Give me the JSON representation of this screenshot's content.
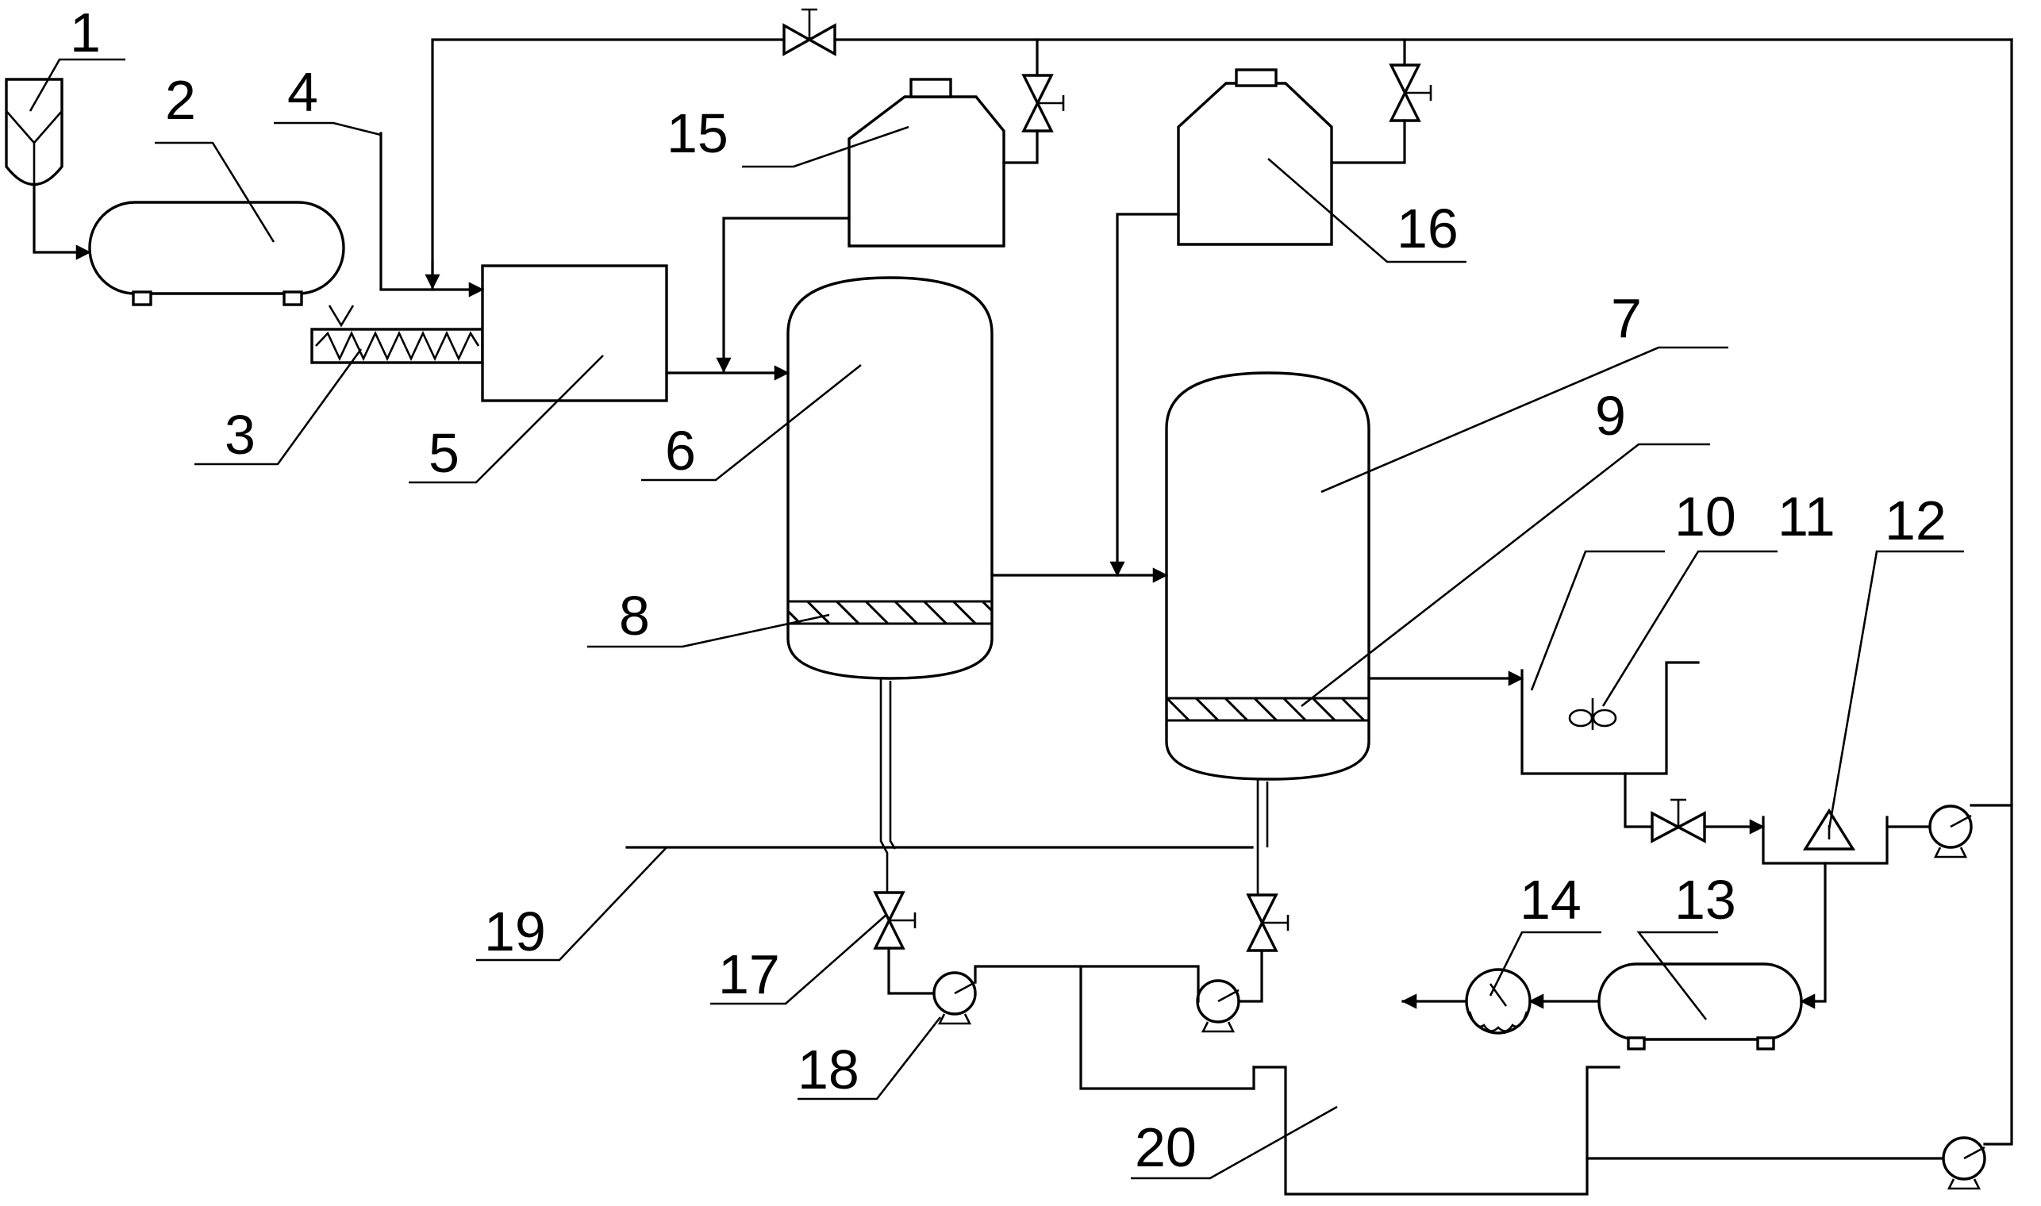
{
  "labels": [
    {
      "id": "1",
      "text": "1"
    },
    {
      "id": "2",
      "text": "2"
    },
    {
      "id": "3",
      "text": "3"
    },
    {
      "id": "4",
      "text": "4"
    },
    {
      "id": "5",
      "text": "5"
    },
    {
      "id": "6",
      "text": "6"
    },
    {
      "id": "7",
      "text": "7"
    },
    {
      "id": "8",
      "text": "8"
    },
    {
      "id": "9",
      "text": "9"
    },
    {
      "id": "10",
      "text": "10"
    },
    {
      "id": "11",
      "text": "11"
    },
    {
      "id": "12",
      "text": "12"
    },
    {
      "id": "13",
      "text": "13"
    },
    {
      "id": "14",
      "text": "14"
    },
    {
      "id": "15",
      "text": "15"
    },
    {
      "id": "16",
      "text": "16"
    },
    {
      "id": "17",
      "text": "17"
    },
    {
      "id": "18",
      "text": "18"
    },
    {
      "id": "19",
      "text": "19"
    },
    {
      "id": "20",
      "text": "20"
    }
  ]
}
